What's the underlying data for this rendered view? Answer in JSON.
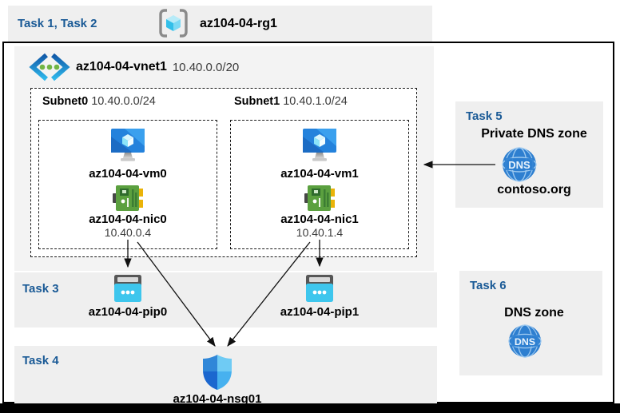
{
  "header": {
    "task_label": "Task 1, Task 2",
    "rg_name": "az104-04-rg1"
  },
  "vnet": {
    "name": "az104-04-vnet1",
    "cidr": "10.40.0.0/20"
  },
  "subnets": [
    {
      "name": "Subnet0",
      "cidr": "10.40.0.0/24",
      "vm": "az104-04-vm0",
      "nic": "az104-04-nic0",
      "ip": "10.40.0.4"
    },
    {
      "name": "Subnet1",
      "cidr": "10.40.1.0/24",
      "vm": "az104-04-vm1",
      "nic": "az104-04-nic1",
      "ip": "10.40.1.4"
    }
  ],
  "task3": {
    "label": "Task 3",
    "pip0": "az104-04-pip0",
    "pip1": "az104-04-pip1"
  },
  "task4": {
    "label": "Task 4",
    "nsg": "az104-04-nsg01"
  },
  "task5": {
    "label": "Task 5",
    "title": "Private DNS zone",
    "zone": "contoso.org",
    "dns_icon_text": "DNS"
  },
  "task6": {
    "label": "Task 6",
    "title": "DNS zone",
    "dns_icon_text": "DNS"
  },
  "colors": {
    "task_label_blue": "#1a5a96",
    "band_gray": "#efefef",
    "pip_cyan": "#3ec6ed",
    "dns_blue": "#2e7fd0",
    "nic_green": "#5ba03f"
  }
}
